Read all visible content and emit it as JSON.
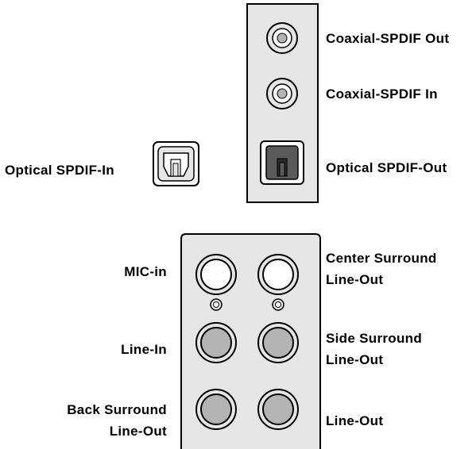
{
  "spdif_panel": {
    "coaxial_out_label": "Coaxial-SPDIF Out",
    "coaxial_in_label": "Coaxial-SPDIF In",
    "optical_out_label": "Optical SPDIF-Out"
  },
  "optical_in_label": "Optical SPDIF-In",
  "audio_panel": {
    "mic_in_label": "MIC-in",
    "line_in_label": "Line-In",
    "back_surround_label_line1": "Back Surround",
    "back_surround_label_line2": "Line-Out",
    "center_surround_label_line1": "Center Surround",
    "center_surround_label_line2": "Line-Out",
    "side_surround_label_line1": "Side Surround",
    "side_surround_label_line2": "Line-Out",
    "line_out_label": "Line-Out"
  },
  "colors": {
    "panel_fill": "#e6e6e6",
    "outline": "#000000",
    "jack_gray": "#b4b4b4",
    "optical_out_fill": "#5a5a5a"
  }
}
